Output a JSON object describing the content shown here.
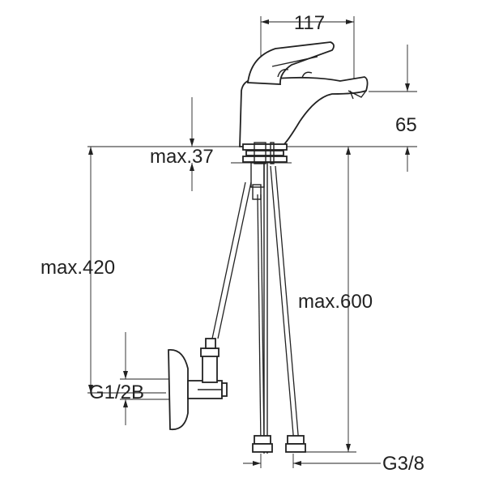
{
  "dimensions": {
    "spout_reach": "117",
    "spout_height": "65",
    "max_deck_thickness": "max.37",
    "max_hose_drop": "max.420",
    "hose_length": "max.600",
    "inlet_thread": "G1/2B",
    "hose_thread": "G3/8"
  },
  "colors": {
    "line": "#222222",
    "background": "#ffffff"
  }
}
